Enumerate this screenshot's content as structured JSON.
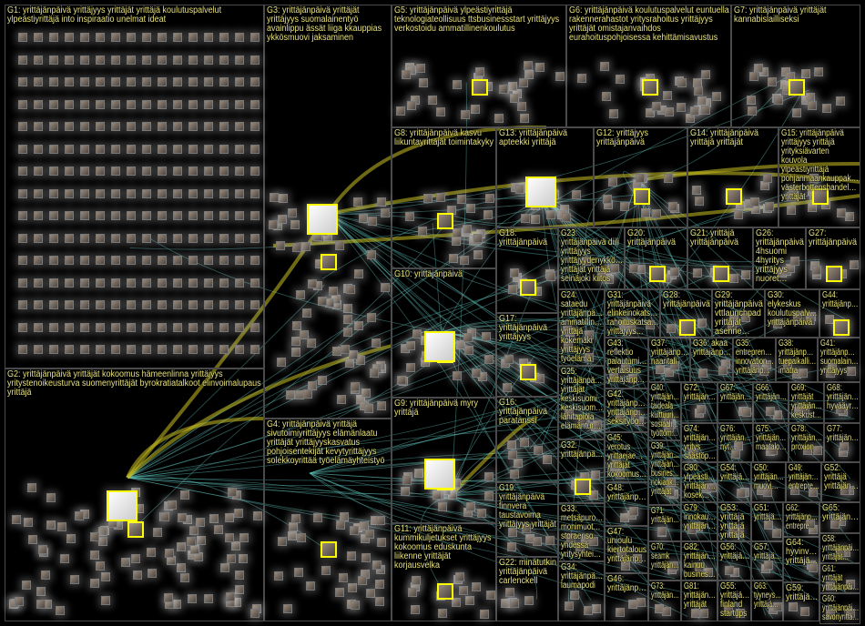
{
  "title": "NodeXL network graph: yrittäjänpäivä",
  "colors": {
    "background": "#000000",
    "label": "#e6e07a",
    "border": "#4a4a4a",
    "edge": "#5fc4bc",
    "edge_strong": "#c8c020",
    "highlight": "#ffff00"
  },
  "groups": [
    {
      "id": "G1",
      "label": "G1: yrittäjänpäivä yrittäjyys yrittäjät yrittäjä koulutuspalvelut\nylpeästiyrittäjä into inspiraatio unelmat ideat"
    },
    {
      "id": "G2",
      "label": "G2: yrittäjänpäivä yrittäjät kokoomus hämeenlinna yrittäjyys\nyritystenoikeusturva suomenyrittäjät byrokratiatalkoot elinvoimalupaus\nyrittäjä"
    },
    {
      "id": "G3",
      "label": "G3: yrittäjänpäivä yrittäjät\nyrittäjyys suomalainentyö\navainlippu ässät liiga kkauppias\nykkösmuovi jaksaminen"
    },
    {
      "id": "G4",
      "label": "G4: yrittäjänpäivä yrittäjä\nsivutoimiyrittäjyys elämänlaatu\nyrittäjät yrittäjyyskasvatus\npohjoisentekijät kevytyrittäjyys\nsolekkoyrittää työelämäyhteistyö"
    },
    {
      "id": "G5",
      "label": "G5: yrittäjänpäivä ylpeästiyrittäjä\nteknologiateollisuus ttsbusinessstart yrittäjyys\nverkostoidu ammatillinenkoulutus"
    },
    {
      "id": "G6",
      "label": "G6: yrittäjänpäivä koulutuspalvelut euntuella\nrakennerahastot yritysrahoitus yrittäjyys\nyrittäjät omistajanvaihdos\neurahoituspohjoisessa kehittämisavustus"
    },
    {
      "id": "G7",
      "label": "G7: yrittäjänpäivä yrittäjät\nkannabislailliseksi"
    },
    {
      "id": "G8",
      "label": "G8: yrittäjänpäivä kasvu\nliikuntayrittäjät toimintakyky"
    },
    {
      "id": "G9",
      "label": "G9: yrittäjänpäivä myry\nyrittäjä"
    },
    {
      "id": "G10",
      "label": "G10: yrittäjänpäivä"
    },
    {
      "id": "G11",
      "label": "G11: yrittäjänpäivä\nkummikuljetukset yrittäjyys\nkokoomus eduskunta\nliikenne yrittäjät\nkorjausvelka"
    },
    {
      "id": "G12",
      "label": "G12: yrittäjyys\nyrittäjänpäivä"
    },
    {
      "id": "G13",
      "label": "G13: yrittäjänpäivä\napteekki yrittäjä"
    },
    {
      "id": "G14",
      "label": "G14: yrittäjänpäivä\nyrittäjä yrittäjät"
    },
    {
      "id": "G15",
      "label": "G15: yrittäjänpäivä\nyrittäjyys yrittäjä\nyrityksiävarten\nkouvola\nylpeästiyrittäjä\npohjanmaankauppak…\nvästerbottenshandel…\nyrittäjät"
    },
    {
      "id": "G16",
      "label": "G16:\nyrittäjänpäivä\nparatanssi"
    },
    {
      "id": "G17",
      "label": "G17:\nyrittäjänpäivä\nyrittäjyys"
    },
    {
      "id": "G18",
      "label": "G18:\nyrittäjänpäivä"
    },
    {
      "id": "G19",
      "label": "G19:\nyrittäjänpäivä\nfinnvera\ntaustavoima\nyrittäjyys yrittäjät"
    },
    {
      "id": "G20",
      "label": "G20:\nyrittäjänpäivä"
    },
    {
      "id": "G21",
      "label": "G21: yrittäjä\nyrittäjänpäivä"
    },
    {
      "id": "G22",
      "label": "G22: minätutkin\nyrittäjänpäivä\ncarlenckell"
    },
    {
      "id": "G23",
      "label": "G23:\nyrittäjänpäivä diili\nyrittäjyys\nyrittäjyydenykkö…\nyrittäjät yrittäjä\nseinäjoki kiitos"
    },
    {
      "id": "G24",
      "label": "G24:\nsataedu\nyrittäjänpä…\nammatillin…\nyrittäjä\nkokemäki\nyrittäjyys\ntyöelämä"
    },
    {
      "id": "G25",
      "label": "G25:\nyrittäjänpä…\nyrittäjät\nkeskisuomi\nkeskisuom…\nlähitapiola\nelämäntur…"
    },
    {
      "id": "G26",
      "label": "G26:\nyrittäjänpäivä\n4hsuomi\n4hyritys\nyrittäjyys\nnuoret…"
    },
    {
      "id": "G27",
      "label": "G27:\nyrittäjänpäivä"
    },
    {
      "id": "G28",
      "label": "G28:\nyrittäjänpäivä"
    },
    {
      "id": "G29",
      "label": "G29:\nyrittäjänpäivä\nvttlaunchpad\nyrittäjät\nasenne…"
    },
    {
      "id": "G30",
      "label": "G30:\nelykeskus\nkoulutuspalv…\nyrittäjänpäivä"
    },
    {
      "id": "G31",
      "label": "G31:\nyrittäjänpäivä\nelinkeinokats…\nrahoituskatsa…\nyrittäjyys…"
    },
    {
      "id": "G32",
      "label": "G32:\nyrittäjänpä…"
    },
    {
      "id": "G33",
      "label": "G33:\nmetsäpuro…\nmonimuot…\nstoraenso\nyhdessä\nyritysyhtei…"
    },
    {
      "id": "G34",
      "label": "G34:\nyrittäjänpä…\nlaumapodi"
    },
    {
      "id": "G35",
      "label": "G35:\nentrepren…\ninnovation…\nyrittäjänp…"
    },
    {
      "id": "G36",
      "label": "G36: akaa\nyrittäjänp…"
    },
    {
      "id": "G37",
      "label": "G37:\nyrittäjänp…\nnaantali"
    },
    {
      "id": "G38",
      "label": "G38:\nyrittäjänp…\ntuepaikalli…\nimatra"
    },
    {
      "id": "G39",
      "label": "G39:\nyrittäjän…\nyrittäjän…\nbusines…\nnokiank…\nyrittäjät"
    },
    {
      "id": "G40",
      "label": "G40:\nyrittäjän…\ntaideala\nkulttuuri…\nsosiaali…\ntyöttöm…"
    },
    {
      "id": "G41",
      "label": "G41:\nyrittäjänp…\nsuomalain…\nyrittäjyys"
    },
    {
      "id": "G42",
      "label": "G42:\nyrittäjänp…\nyrittäjänp…\nseksityöo…"
    },
    {
      "id": "G43",
      "label": "G43:\nreflektio\npalautumi…\nvertaisuus\nyrittäjänp…"
    },
    {
      "id": "G44",
      "label": "G44:\nyrittäjänp…"
    },
    {
      "id": "G45",
      "label": "G45:\nverotus\nyrittaejae…\nyrittäjät\nkokoomus…"
    },
    {
      "id": "G46",
      "label": "G46:\nyrittäjänp…"
    },
    {
      "id": "G47",
      "label": "G47:\nunioulu\nkiertotalous\nyrittäjänp…"
    },
    {
      "id": "G48",
      "label": "G48:\nyrittäjänp…"
    },
    {
      "id": "G49",
      "label": "G49:\nyrittäjän…\nentrepre…"
    },
    {
      "id": "G50",
      "label": "G50:\nyrittäjän…\nmuovi…"
    },
    {
      "id": "G51",
      "label": "G51:\nyrittäjä…"
    },
    {
      "id": "G52",
      "label": "G52:\nyrittäjä\nyrittäjän…"
    },
    {
      "id": "G53",
      "label": "G53:\nyrittäjä\nyrittäjä\nyrittäjä"
    },
    {
      "id": "G54",
      "label": "G54:\nyrittäjä…"
    },
    {
      "id": "G55",
      "label": "G55:\nyrittäjä…\nfinland\nstartups"
    },
    {
      "id": "G56",
      "label": "G56:\nyrittäjä…"
    },
    {
      "id": "G57",
      "label": "G57:\nyrittäjä…"
    },
    {
      "id": "G58",
      "label": "G58:\nyrittäjänpäi…\nyrittäjät…"
    },
    {
      "id": "G59",
      "label": "G59:\nyrittäjä…"
    },
    {
      "id": "G60",
      "label": "G60:\nyrittäjänpäi…\nsavonyrittä…"
    },
    {
      "id": "G61",
      "label": "G61:\nyrittäjät\nyrittäjänpäi…"
    },
    {
      "id": "G62",
      "label": "G62:\nyrittäjänp…\nentrepre…"
    },
    {
      "id": "G63",
      "label": "G63:\ntyyneys…\nyrittäjä…"
    },
    {
      "id": "G64",
      "label": "G64:\nhyvinv…\nyrittäjä…"
    },
    {
      "id": "G65",
      "label": "G65:\nyrittäjän…"
    },
    {
      "id": "G66",
      "label": "G66:\nyrittäjän…"
    },
    {
      "id": "G67",
      "label": "G67:\nyrittäjän…"
    },
    {
      "id": "G68",
      "label": "G68:\nyrittäjän…\nhyvääyr…"
    },
    {
      "id": "G69",
      "label": "G69:\nyrittäjät\nyrittäjän…\nkeskust…"
    },
    {
      "id": "G70",
      "label": "G70:\nseamk\nyrittäjän…"
    },
    {
      "id": "G71",
      "label": "G71:\nyrittäjän…"
    },
    {
      "id": "G72",
      "label": "G72:\nyrittäjän…"
    },
    {
      "id": "G73",
      "label": "G73:\nyrittäjän…"
    },
    {
      "id": "G74",
      "label": "G74:\nyrittäjän…\nyritys\nsäästöp…"
    },
    {
      "id": "G75",
      "label": "G75:\nyrittäjän…\nmaatalo…"
    },
    {
      "id": "G76",
      "label": "G76:\nyrittäjän…\nnyt…"
    },
    {
      "id": "G77",
      "label": "G77:\nyrittäjän…"
    },
    {
      "id": "G78",
      "label": "G78:\nyrittäjän…\nproxion"
    },
    {
      "id": "G79",
      "label": "G79:\ninnokau…\nyrittäjän…"
    },
    {
      "id": "G80",
      "label": "G80:\nylpeästi…\nyrittäjän…\nkosek…"
    },
    {
      "id": "G81",
      "label": "G81:\nyrittäjän…\nyrittäjät"
    },
    {
      "id": "G82",
      "label": "G82:\nyrittäjän…\nkainuu\nbusines…"
    }
  ]
}
